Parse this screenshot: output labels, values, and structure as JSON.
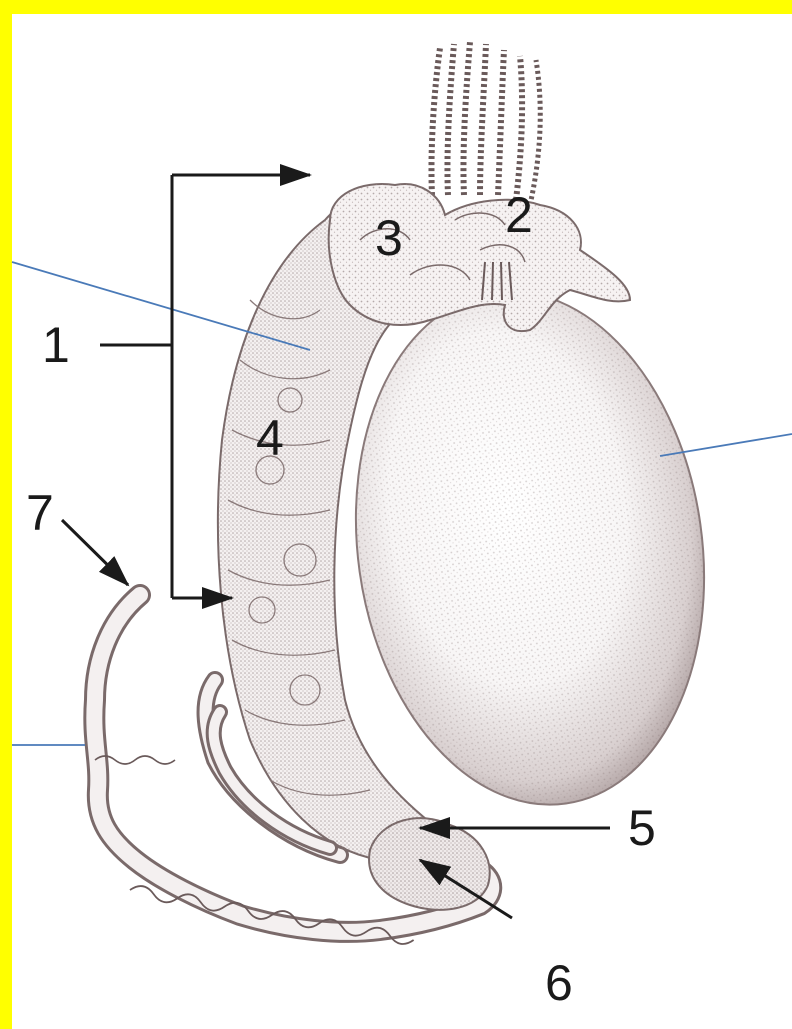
{
  "colors": {
    "border": "#ffff00",
    "background": "#ffffff",
    "ink": "#1a1a1a",
    "leader_line": "#4a7ab8",
    "stipple": "#7a6a6a"
  },
  "labels": {
    "l1": "1",
    "l2": "2",
    "l3": "3",
    "l4": "4",
    "l5": "5",
    "l6": "6",
    "l7": "7"
  }
}
